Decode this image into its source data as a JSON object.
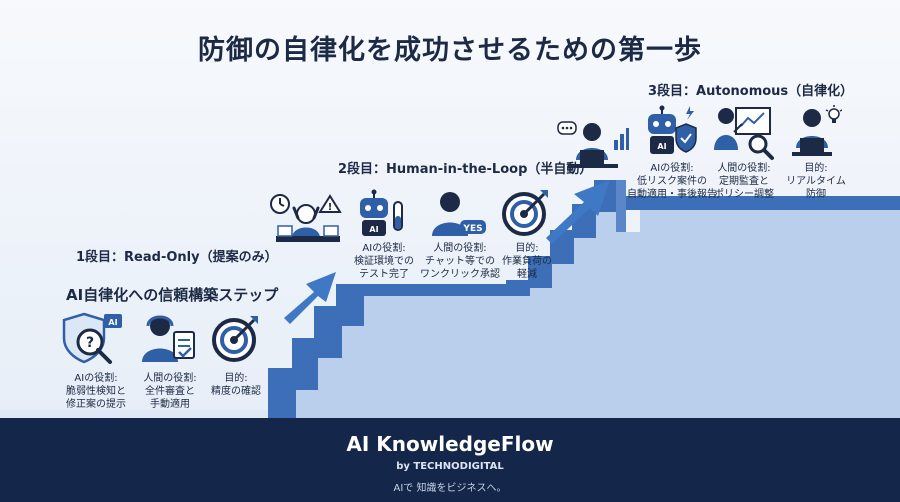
{
  "title": "防御の自律化を成功させるための第一歩",
  "subtitle": "AI自律化への信頼構築ステップ",
  "colors": {
    "stair_dark": "#3d6fb8",
    "stair_light": "#a9c3e6",
    "arrow": "#3f78c4",
    "icon_blue": "#2f5fa7",
    "footer_bg": "#14264a"
  },
  "stages": [
    {
      "label": "1段目：Read-Only（提案のみ）",
      "items": [
        {
          "icon": "shield-question-magnifier-icon",
          "lines": [
            "AIの役割:",
            "脆弱性検知と",
            "修正案の提示"
          ]
        },
        {
          "icon": "support-agent-document-icon",
          "lines": [
            "人間の役割:",
            "全件審査と",
            "手動適用"
          ]
        },
        {
          "icon": "target-icon",
          "lines": [
            "目的:",
            "精度の確認"
          ]
        }
      ]
    },
    {
      "label": "2段目：Human-in-the-Loop（半自動）",
      "items": [
        {
          "icon": "ai-robot-testtube-icon",
          "lines": [
            "AIの役割:",
            "検証環境での",
            "テスト完了"
          ]
        },
        {
          "icon": "person-yes-bubble-icon",
          "lines": [
            "人間の役割:",
            "チャット等での",
            "ワンクリック承認"
          ]
        },
        {
          "icon": "target-icon",
          "lines": [
            "目的:",
            "作業負荷の",
            "軽減"
          ]
        }
      ]
    },
    {
      "label": "3段目：Autonomous（自律化）",
      "items": [
        {
          "icon": "ai-robot-shield-icon",
          "lines": [
            "AIの役割:",
            "低リスク案件の",
            "自動適用・事後報告"
          ]
        },
        {
          "icon": "presenter-board-icon",
          "lines": [
            "人間の役割:",
            "定期監査と",
            "ポリシー調整"
          ]
        },
        {
          "icon": "person-lightbulb-laptop-icon",
          "lines": [
            "目的:",
            "リアルタイム",
            "防御"
          ]
        }
      ]
    }
  ],
  "extra_icons": [
    "stressed-worker-icon",
    "working-person-icon"
  ],
  "footer": {
    "brand": "AI KnowledgeFlow",
    "byline": "by TECHNODIGITAL",
    "tagline": "AIで 知識をビジネスへ。"
  }
}
